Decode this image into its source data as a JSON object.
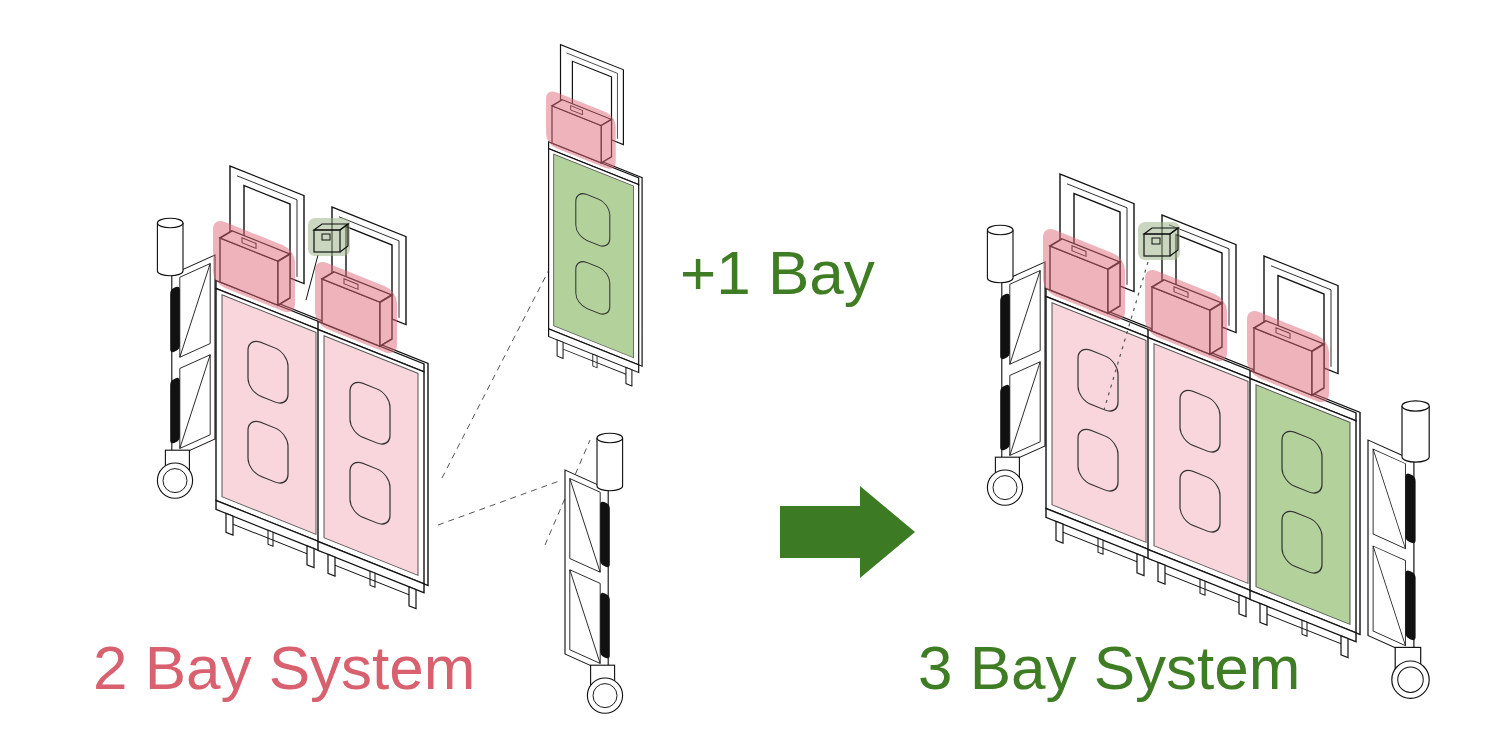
{
  "diagram": {
    "labels": [
      "2 Bay System",
      "+1 Bay",
      "3 Bay System"
    ]
  }
}
